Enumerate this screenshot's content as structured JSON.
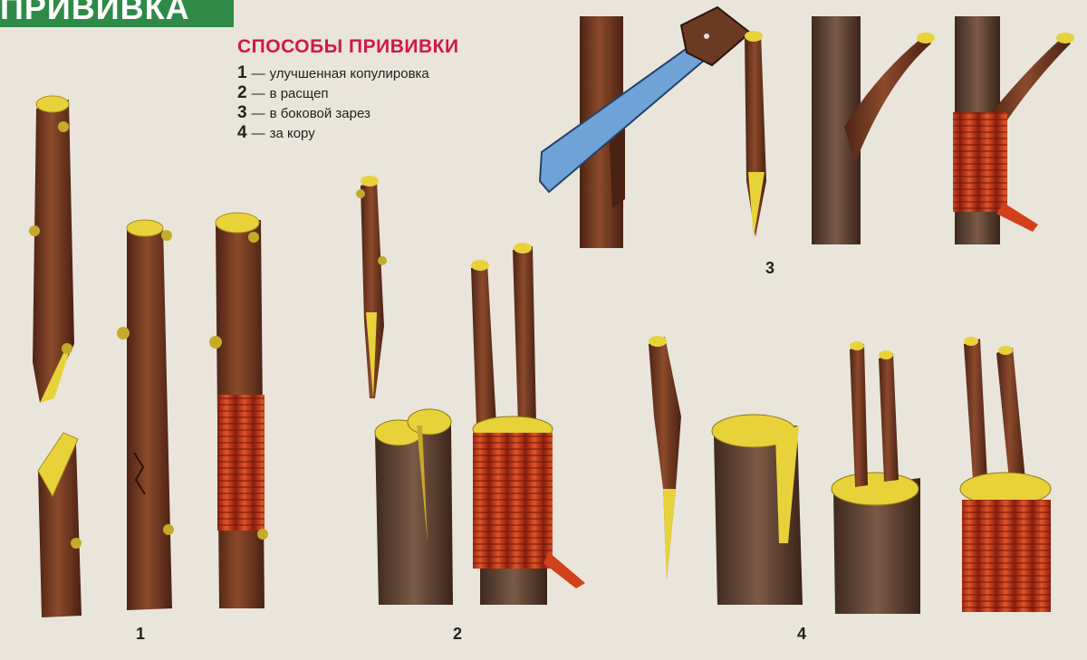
{
  "banner": {
    "title": "ПРИВИВКА"
  },
  "legend": {
    "title": "СПОСОБЫ ПРИВИВКИ",
    "items": [
      {
        "num": "1",
        "text": "улучшенная копулировка"
      },
      {
        "num": "2",
        "text": "в расщеп"
      },
      {
        "num": "3",
        "text": "в боковой зарез"
      },
      {
        "num": "4",
        "text": "за кору"
      }
    ]
  },
  "panel_labels": {
    "p1": "1",
    "p2": "2",
    "p3": "3",
    "p4": "4"
  },
  "colors": {
    "banner_green": "#2e8a46",
    "title_red": "#d0174f",
    "bark": "#7a3e24",
    "cut_yellow": "#e8d23a",
    "binding_red": "#d2401c",
    "knife_blue": "#6fa3d8",
    "background": "#e9e5da"
  },
  "icons": [
    "grafting-knife-icon"
  ]
}
